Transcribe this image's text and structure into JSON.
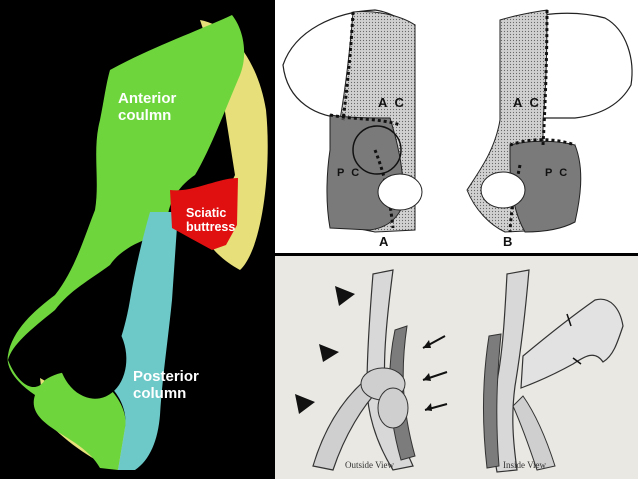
{
  "photo_panel": {
    "anterior_label": "Anterior\ncoulmn",
    "sciatic_label": "Sciatic\nbuttress",
    "posterior_label": "Posterior\ncolumn",
    "colors": {
      "anterior": "#6ed63c",
      "sciatic": "#e01010",
      "posterior": "#6cc9c8",
      "bone": "#e6df7a"
    }
  },
  "line_drawing": {
    "left_ac": "A C",
    "left_pc": "P C",
    "right_ac": "A C",
    "right_pc": "P C",
    "label_a": "A",
    "label_b": "B"
  },
  "column_illustration": {
    "outside_caption": "Outside View",
    "inside_caption": "Inside View"
  }
}
